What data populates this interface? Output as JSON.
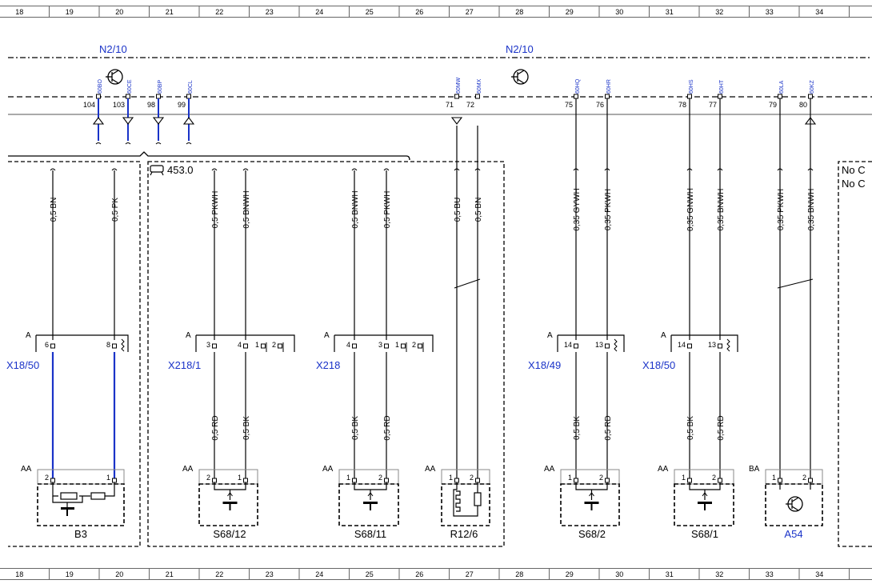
{
  "grid": {
    "columns": [
      "18",
      "19",
      "20",
      "21",
      "22",
      "23",
      "24",
      "25",
      "26",
      "27",
      "28",
      "29",
      "30",
      "31",
      "32",
      "33",
      "34"
    ]
  },
  "modules": {
    "left_label": "N2/10",
    "right_label": "N2/10",
    "sub_module": "453.0",
    "note_line1": "No C",
    "note_line2": "No C"
  },
  "pins": [
    {
      "num": "104",
      "code": "60BO"
    },
    {
      "num": "103",
      "code": "60CE"
    },
    {
      "num": "98",
      "code": "60BP"
    },
    {
      "num": "99",
      "code": "60CL"
    },
    {
      "num": "71",
      "code": "60MW"
    },
    {
      "num": "72",
      "code": "60MX"
    },
    {
      "num": "75",
      "code": "60HQ"
    },
    {
      "num": "76",
      "code": "60HR"
    },
    {
      "num": "78",
      "code": "60HS"
    },
    {
      "num": "77",
      "code": "60HT"
    },
    {
      "num": "79",
      "code": "60LA"
    },
    {
      "num": "80",
      "code": "60KZ"
    }
  ],
  "wires_upper": [
    "0,5 BN",
    "0,5 PK",
    "0,5 PKWH",
    "0,5 BNWH",
    "0,5 BNWH",
    "0,5 PKWH",
    "0,5 BU",
    "0,5 BN",
    "0,35 GYWH",
    "0,35 PKWH",
    "0,35 GNWH",
    "0,35 BNWH",
    "0,35 PKWH",
    "0,35 BNWH"
  ],
  "wires_lower": [
    "0,5 RD",
    "0,5 BK",
    "0,5 BK",
    "0,5 RD",
    "0,5 BK",
    "0,5 RD",
    "0,5 BK",
    "0,5 RD"
  ],
  "connectors": [
    {
      "name": "X18/50",
      "side": "A",
      "pins": [
        "6",
        "8"
      ]
    },
    {
      "name": "X218/1",
      "side": "A",
      "pins": [
        "3",
        "4",
        "1",
        "2"
      ]
    },
    {
      "name": "X218",
      "side": "A",
      "pins": [
        "4",
        "3",
        "1",
        "2"
      ]
    },
    {
      "name": "X18/49",
      "side": "A",
      "pins": [
        "14",
        "13"
      ]
    },
    {
      "name": "X18/50",
      "side": "A",
      "pins": [
        "14",
        "13"
      ]
    }
  ],
  "components": [
    {
      "name": "B3",
      "side": "AA",
      "pins": [
        "2",
        "1"
      ]
    },
    {
      "name": "S68/12",
      "side": "AA",
      "pins": [
        "2",
        "1"
      ]
    },
    {
      "name": "S68/11",
      "side": "AA",
      "pins": [
        "1",
        "2"
      ]
    },
    {
      "name": "R12/6",
      "side": "AA",
      "pins": [
        "1",
        "2"
      ]
    },
    {
      "name": "S68/2",
      "side": "AA",
      "pins": [
        "1",
        "2"
      ]
    },
    {
      "name": "S68/1",
      "side": "AA",
      "pins": [
        "1",
        "2"
      ]
    },
    {
      "name": "A54",
      "side": "BA",
      "pins": [
        "1",
        "2"
      ]
    }
  ],
  "colors": {
    "accent": "#1a33c8",
    "line": "#000000",
    "grid": "#666666"
  }
}
